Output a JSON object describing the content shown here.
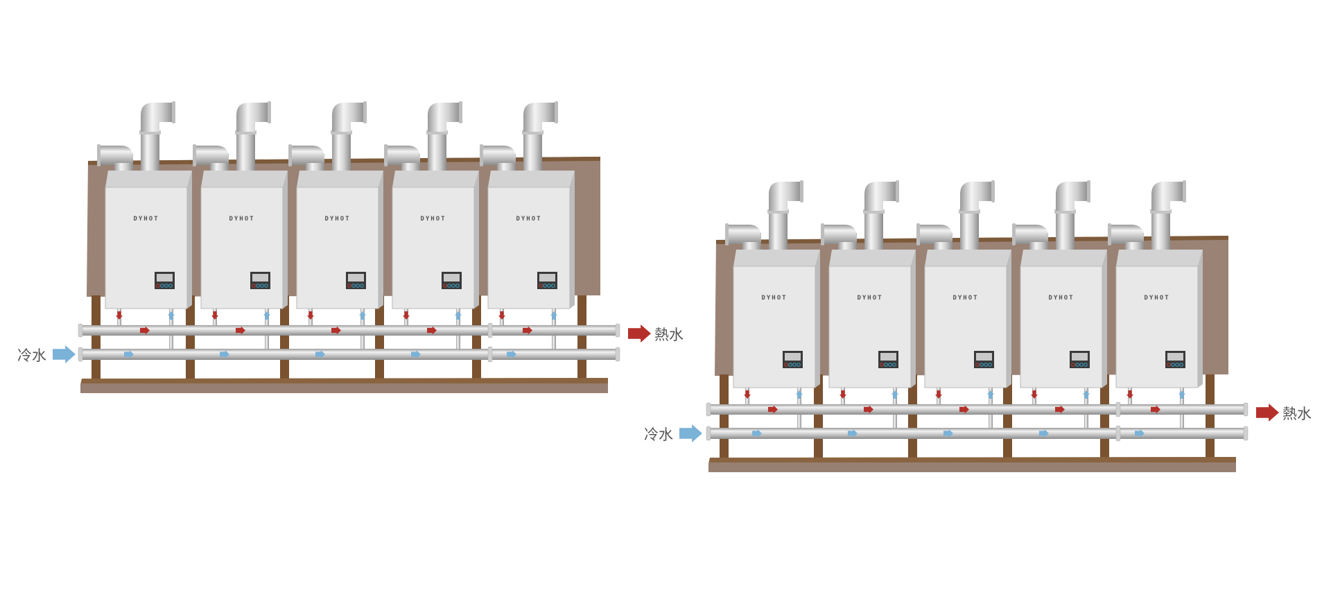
{
  "brand": "DYHOT",
  "cold_water_label": "冷水",
  "hot_water_label": "熱水",
  "assemblies": [
    {
      "name": "assembly-left",
      "heater_count": 5
    },
    {
      "name": "assembly-right",
      "heater_count": 5
    }
  ],
  "colors": {
    "hot": "#b5302a",
    "cold": "#7ab2d8",
    "backboard": "#9a8375",
    "wood": "#7a5230",
    "heater": "#e8e8e8"
  }
}
